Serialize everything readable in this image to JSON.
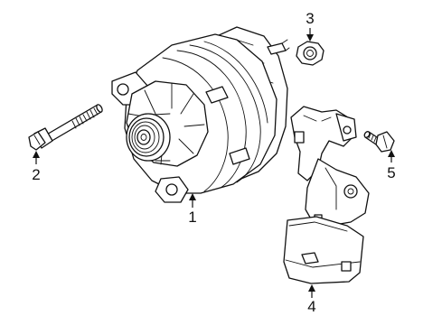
{
  "callouts": [
    {
      "id": "alternator",
      "label": "1"
    },
    {
      "id": "bolt-left",
      "label": "2"
    },
    {
      "id": "nut",
      "label": "3"
    },
    {
      "id": "bracket",
      "label": "4"
    },
    {
      "id": "bolt-right",
      "label": "5"
    }
  ]
}
